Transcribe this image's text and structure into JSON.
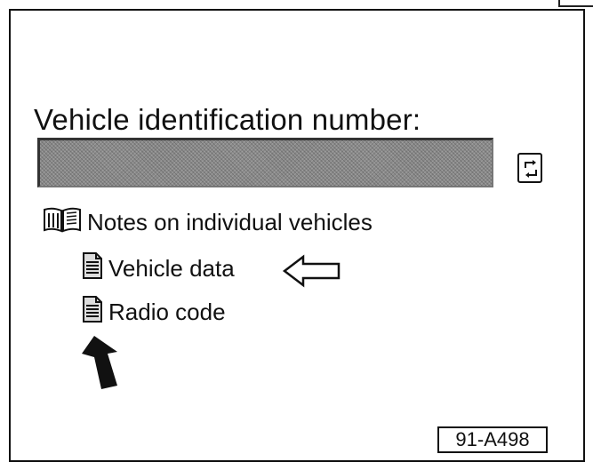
{
  "vehicle_identification": {
    "label": "Vehicle identification number:",
    "value": ""
  },
  "tree": {
    "root": {
      "label": "Notes on individual vehicles",
      "icon": "open-book-icon"
    },
    "items": [
      {
        "label": "Vehicle data",
        "icon": "document-icon"
      },
      {
        "label": "Radio code",
        "icon": "document-icon"
      }
    ]
  },
  "refresh_button": {
    "icon": "refresh-arrows-icon"
  },
  "annotations": {
    "left_arrow_icon": "outline-left-arrow-icon",
    "up_arrow_icon": "solid-up-arrow-icon"
  },
  "figure_code": "91-A498",
  "colors": {
    "border": "#111111",
    "field_fill": "#8a8a8a",
    "background": "#ffffff"
  }
}
